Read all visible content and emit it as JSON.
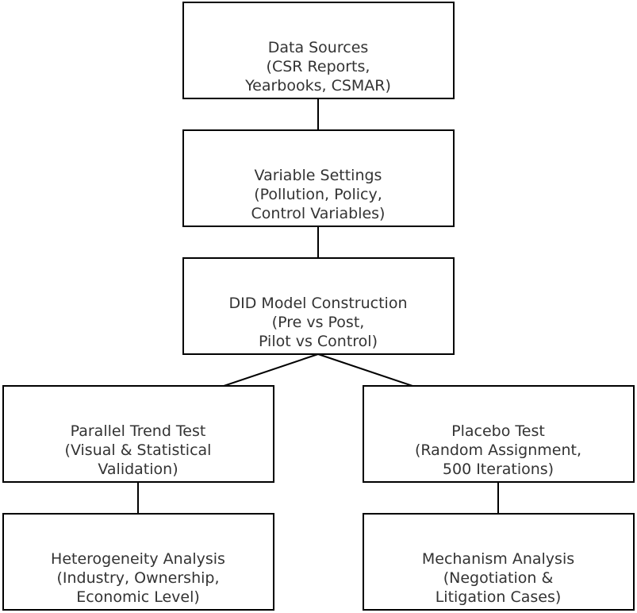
{
  "nodes": {
    "data_sources": {
      "lines": [
        "Data Sources",
        "(CSR Reports,",
        "Yearbooks, CSMAR)"
      ]
    },
    "variable_settings": {
      "lines": [
        "Variable Settings",
        "(Pollution, Policy,",
        "Control Variables)"
      ]
    },
    "did_model": {
      "lines": [
        "DID Model Construction",
        "(Pre vs Post,",
        "Pilot vs Control)"
      ]
    },
    "parallel_trend": {
      "lines": [
        "Parallel Trend Test",
        "(Visual & Statistical",
        "Validation)"
      ]
    },
    "placebo": {
      "lines": [
        "Placebo Test",
        "(Random Assignment,",
        "500 Iterations)"
      ]
    },
    "heterogeneity": {
      "lines": [
        "Heterogeneity Analysis",
        "(Industry, Ownership,",
        "Economic Level)"
      ]
    },
    "mechanism": {
      "lines": [
        "Mechanism Analysis",
        "(Negotiation &",
        "Litigation Cases)"
      ]
    }
  },
  "edges": [
    {
      "from": "data_sources",
      "to": "variable_settings"
    },
    {
      "from": "variable_settings",
      "to": "did_model"
    },
    {
      "from": "did_model",
      "to": "parallel_trend"
    },
    {
      "from": "did_model",
      "to": "placebo"
    },
    {
      "from": "parallel_trend",
      "to": "heterogeneity"
    },
    {
      "from": "placebo",
      "to": "mechanism"
    }
  ]
}
